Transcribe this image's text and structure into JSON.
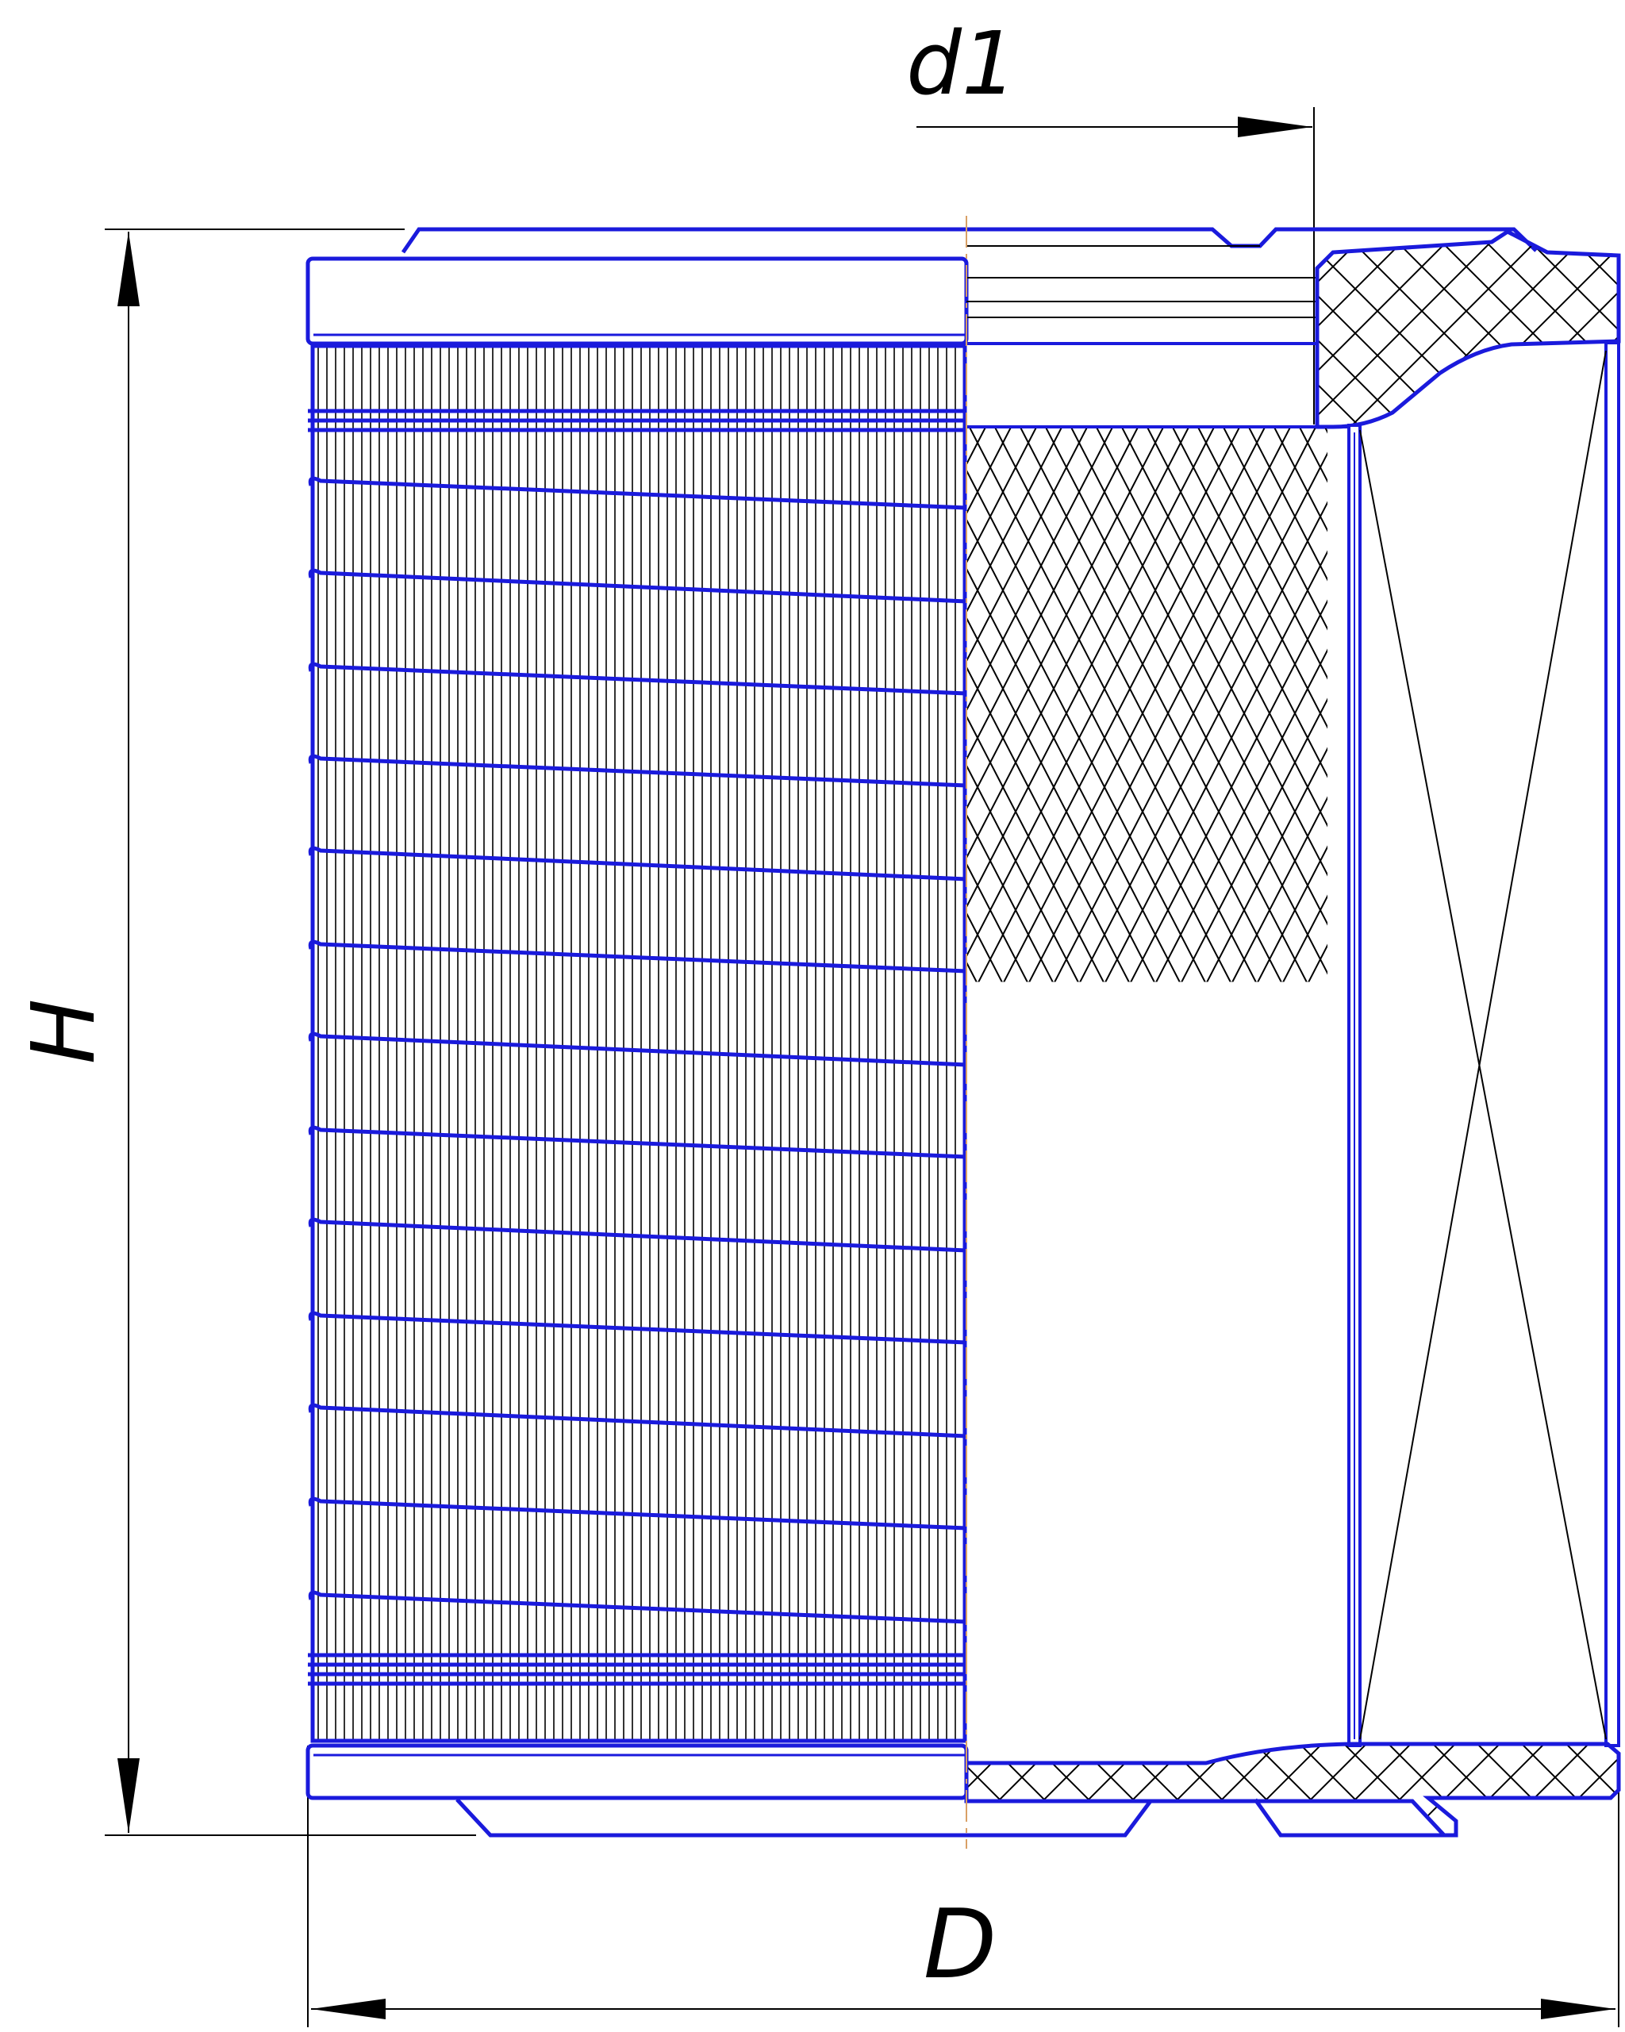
{
  "labels": {
    "height": "H",
    "outer_diameter": "D",
    "inner_diameter": "d1"
  },
  "colors": {
    "outline": "#1a1adc",
    "thin_line": "#000000",
    "axis_line": "#d9a066",
    "background": "#ffffff"
  }
}
